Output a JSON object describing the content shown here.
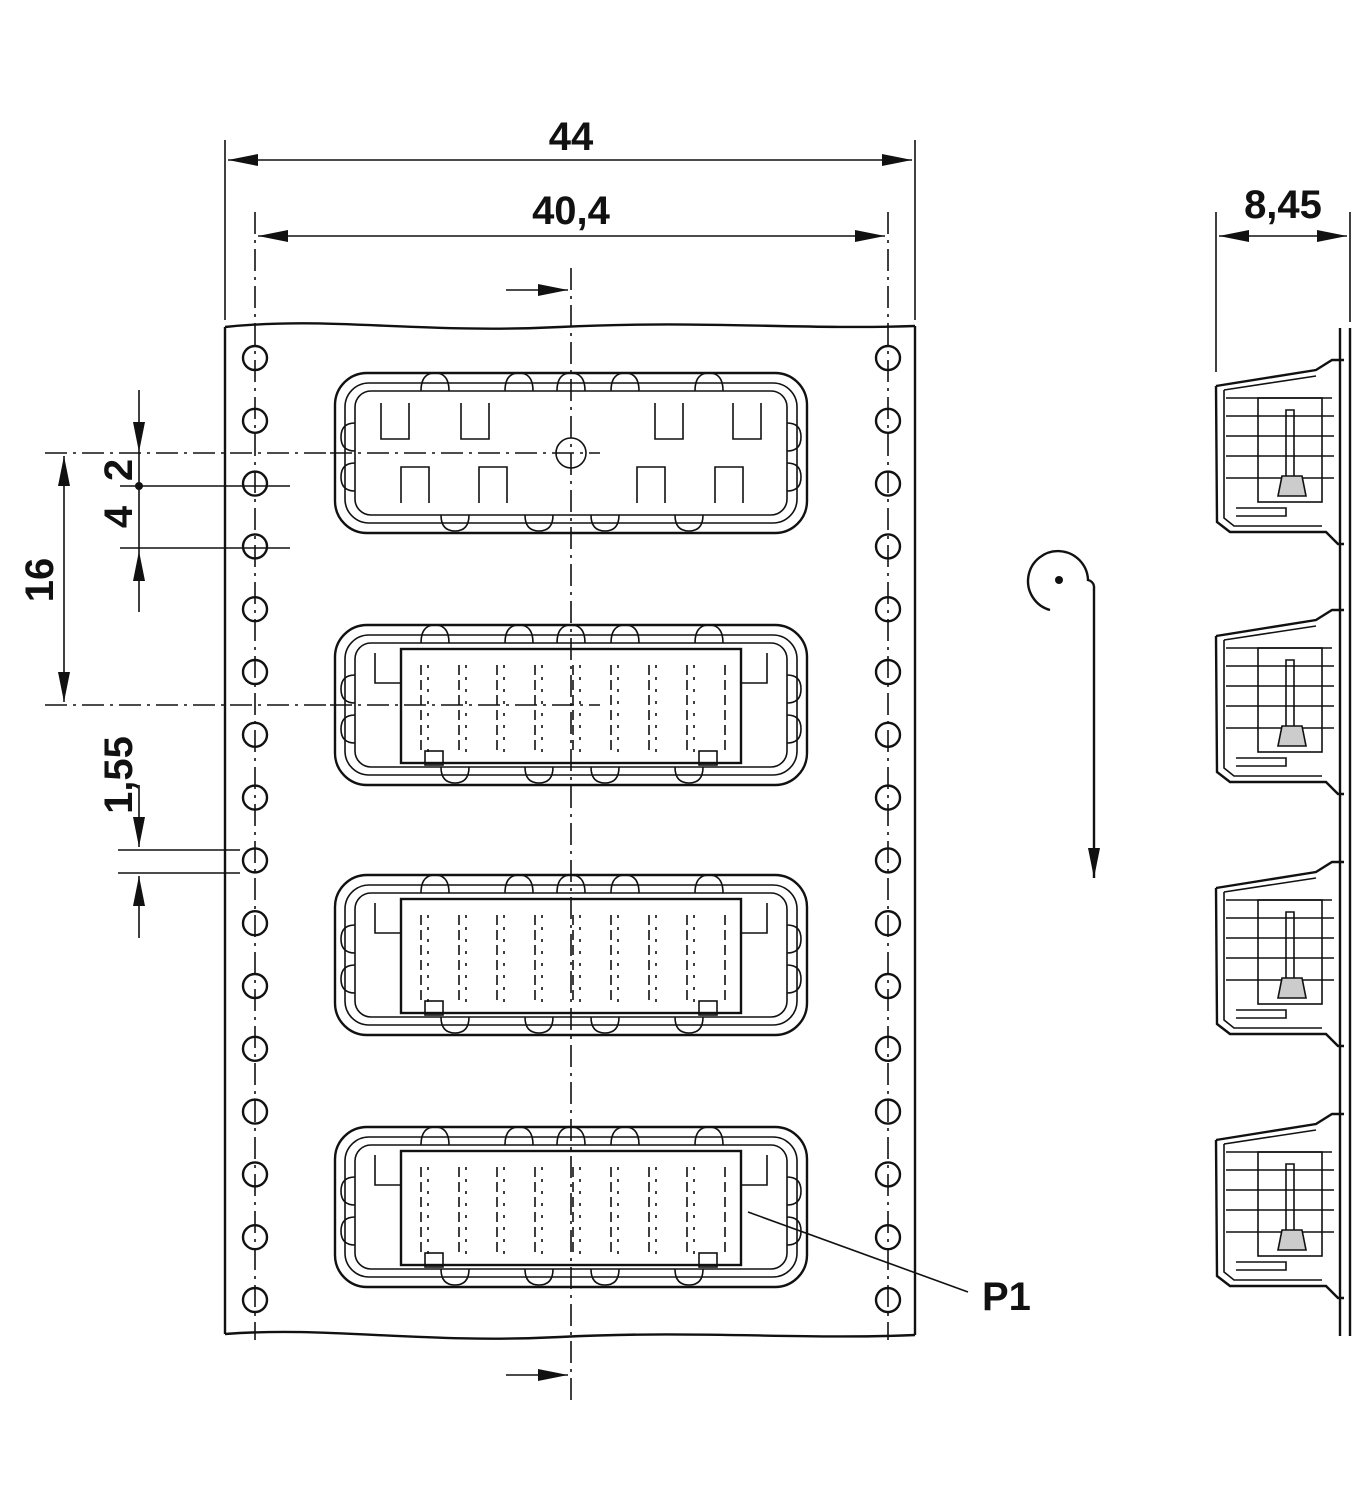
{
  "dimensions": {
    "overall_width": "44",
    "pitch_width": "40,4",
    "tape_depth": "8,45",
    "hole_offset": "2",
    "hole_pitch": "4",
    "pocket_pitch": "16",
    "hole_diameter": "1,55"
  },
  "callouts": {
    "part_label": "P1"
  },
  "symbols": {
    "reel_direction": "reel-feed-direction-icon"
  },
  "colors": {
    "ink": "#111111",
    "paper": "#ffffff",
    "fill_grey": "#cccccc"
  }
}
